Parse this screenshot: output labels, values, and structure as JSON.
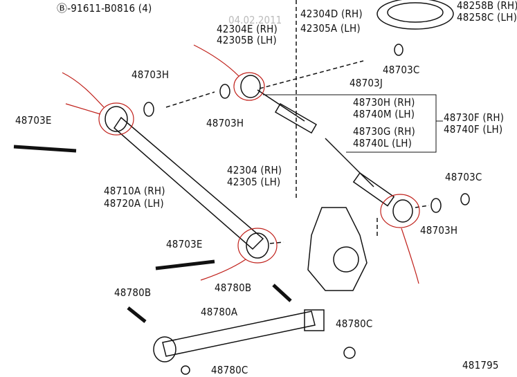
{
  "header": {
    "bolt_note": "Ⓑ-91611-B0816 (4)",
    "date": "04.02.2011"
  },
  "labels": {
    "l42304E": "42304E (RH)",
    "l42305B": "42305B (LH)",
    "l42304D": "42304D (RH)",
    "l42305A": "42305A (LH)",
    "l48258B": "48258B (RH)",
    "l48258C": "48258C (LH)",
    "l48703C_top": "48703C",
    "l48703J": "48703J",
    "l48703H_a": "48703H",
    "l48703H_b": "48703H",
    "l48703E_a": "48703E",
    "l48730H": "48730H (RH)",
    "l48740M": "48740M (LH)",
    "l48730G": "48730G (RH)",
    "l48740L": "48740L (LH)",
    "l48730F": "48730F (RH)",
    "l48740F": "48740F (LH)",
    "l42304": "42304 (RH)",
    "l42305": "42305 (LH)",
    "l48703C_r": "48703C",
    "l48703H_r": "48703H",
    "l48710A": "48710A (RH)",
    "l48720A": "48720A (LH)",
    "l48703E_b": "48703E",
    "l48780B_a": "48780B",
    "l48780B_b": "48780B",
    "l48780A": "48780A",
    "l48780C_a": "48780C",
    "l48780C_b": "48780C",
    "figno": "481795"
  },
  "colors": {
    "ink": "#111111",
    "annotation": "#c0201a"
  }
}
